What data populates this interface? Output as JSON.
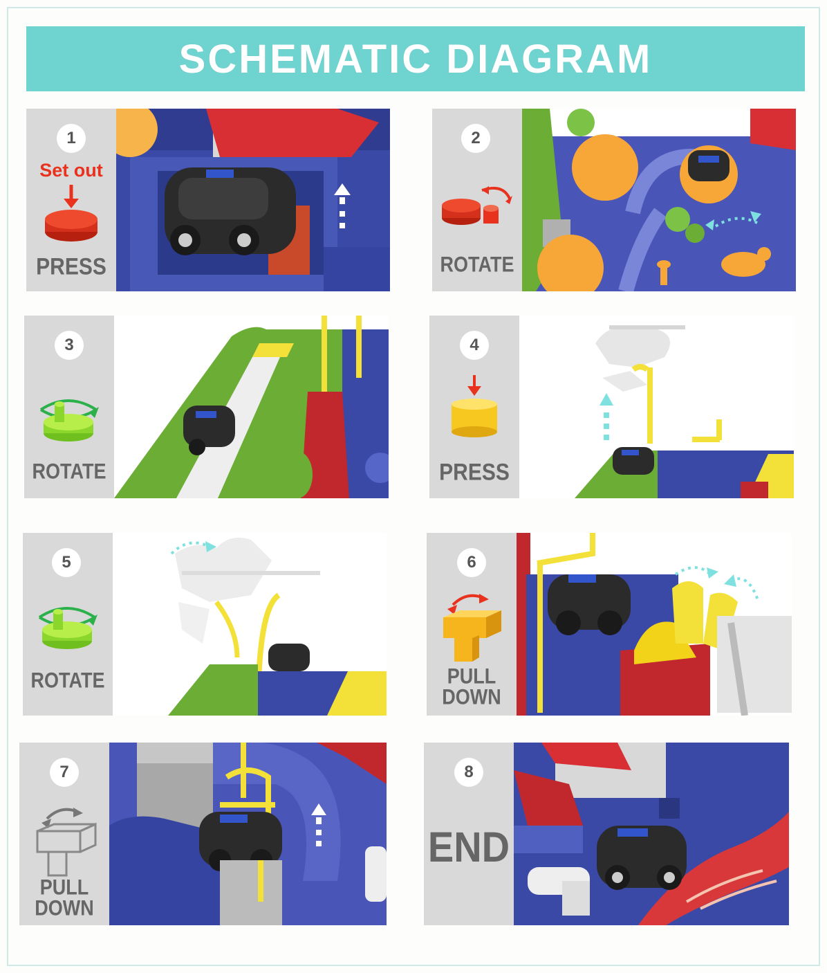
{
  "title": "SCHEMATIC DIAGRAM",
  "colors": {
    "banner": "#6fd3d0",
    "sidebar": "#d9d9d9",
    "label_gray": "#666666",
    "accent_red": "#e8321e",
    "track_blue": "#3848a8",
    "track_green": "#6cae35"
  },
  "steps": [
    {
      "number": "1",
      "caption": "Set out",
      "label": "PRESS",
      "icon": "red-press-button-icon"
    },
    {
      "number": "2",
      "label": "ROTATE",
      "icon": "red-rotate-knob-icon"
    },
    {
      "number": "3",
      "label": "ROTATE",
      "icon": "green-rotate-disc-icon"
    },
    {
      "number": "4",
      "label": "PRESS",
      "icon": "yellow-press-button-icon"
    },
    {
      "number": "5",
      "label": "ROTATE",
      "icon": "green-rotate-disc-icon"
    },
    {
      "number": "6",
      "label_line1": "PULL",
      "label_line2": "DOWN",
      "icon": "yellow-pull-lever-icon"
    },
    {
      "number": "7",
      "label_line1": "PULL",
      "label_line2": "DOWN",
      "icon": "gray-pull-lever-icon"
    },
    {
      "number": "8",
      "label": "END",
      "icon": ""
    }
  ]
}
